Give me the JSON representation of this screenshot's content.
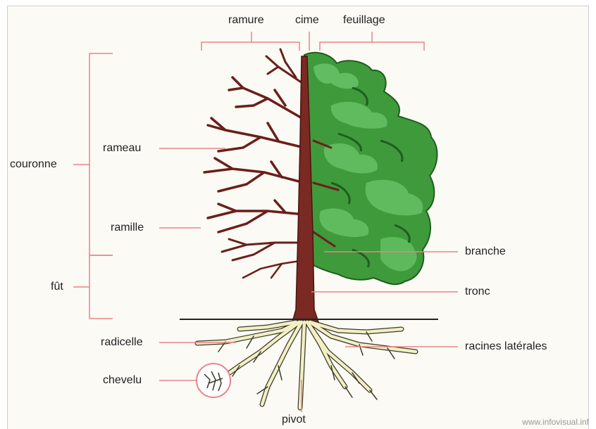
{
  "labels": {
    "ramure": "ramure",
    "cime": "cime",
    "feuillage": "feuillage",
    "couronne": "couronne",
    "rameau": "rameau",
    "ramille": "ramille",
    "fut": "fût",
    "branche": "branche",
    "tronc": "tronc",
    "radicelle": "radicelle",
    "chevelu": "chevelu",
    "racines_laterales": "racines latérales",
    "pivot": "pivot"
  },
  "credit": "www.infovisual.inf",
  "colors": {
    "leader_line": "#e8848a",
    "trunk": "#7a2a22",
    "branches": "#6b1f1a",
    "foliage": "#3f9a3c",
    "foliage_light": "#6cc46a",
    "foliage_dark": "#1f5e1e",
    "roots": "#f3efc4",
    "root_outline": "#3a3a2a",
    "ground": "#222222",
    "background": "#fbfaf5"
  }
}
